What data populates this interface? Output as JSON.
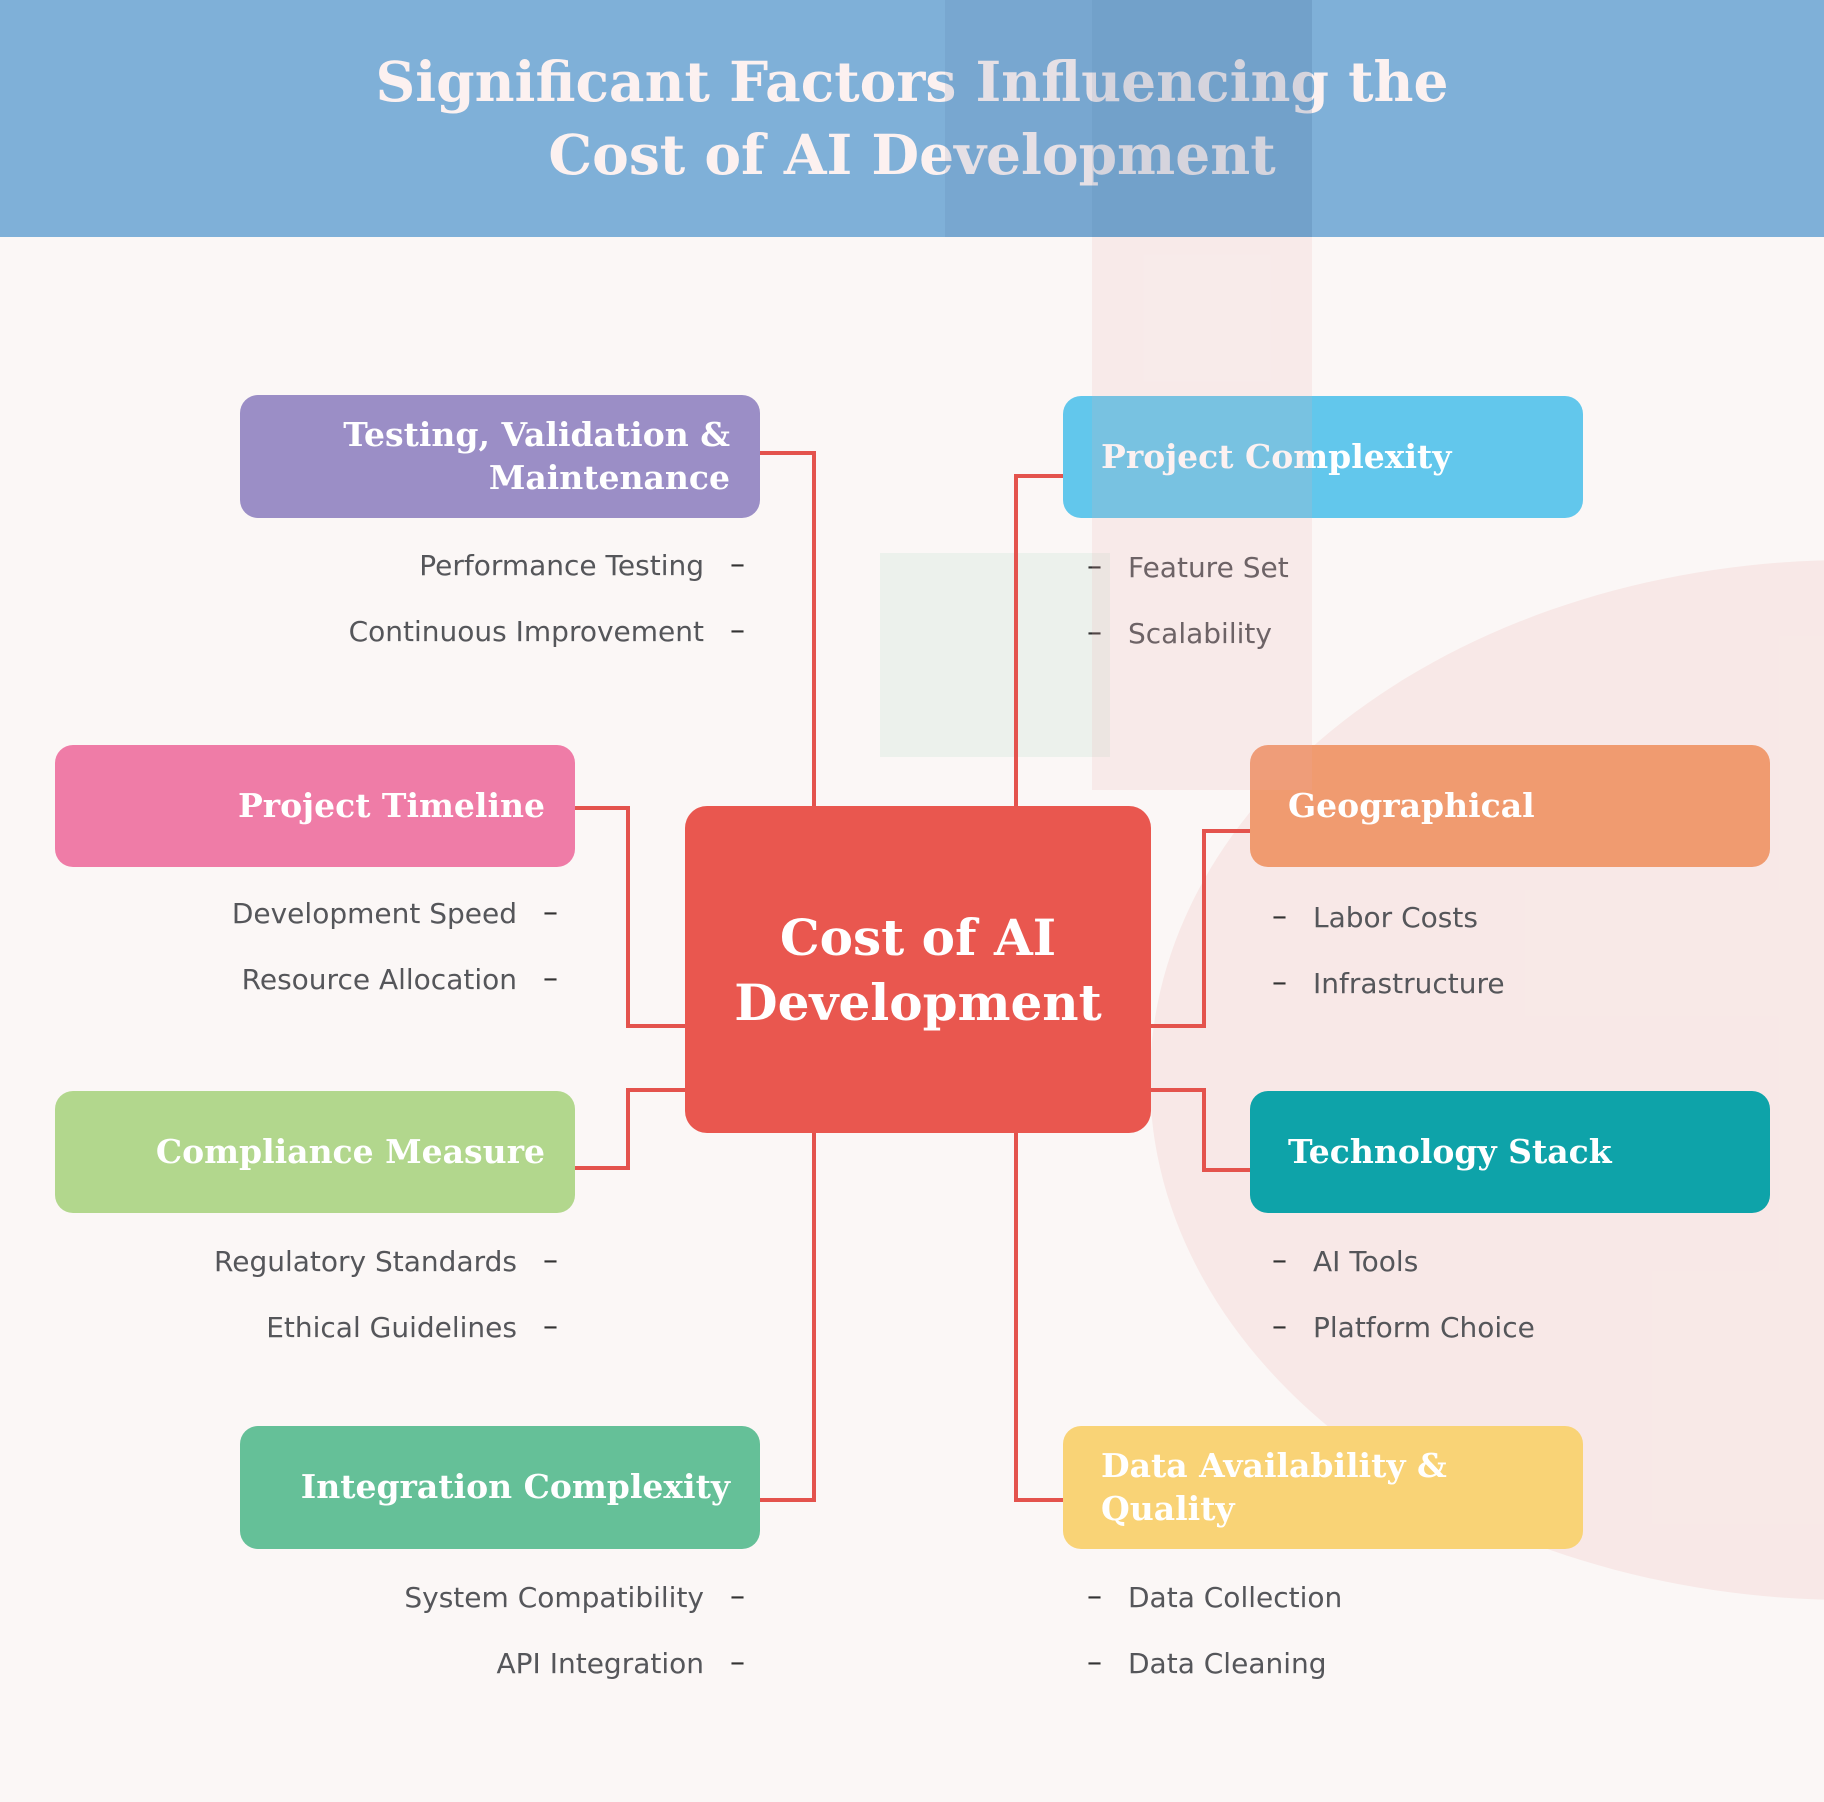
{
  "palette": {
    "canvas_bg": "#fbf7f6",
    "header_bg": "#7fb0d8",
    "accent": "#e4534d",
    "item_text": "#55565a",
    "title_text": "#ffffff",
    "header_text": "#fcf1f0"
  },
  "icons": {
    "bullet_dash": "–"
  },
  "header": {
    "title": "Significant Factors Influencing the Cost of AI Development",
    "title_lines": [
      "Significant Factors Influencing the",
      "Cost of AI Development"
    ]
  },
  "center": {
    "title": "Cost of AI Development",
    "title_lines": [
      "Cost of AI",
      "Development"
    ],
    "color": "#e9574f"
  },
  "branches": [
    {
      "title": "Testing, Validation & Maintenance",
      "title_lines": [
        "Testing, Validation &",
        "Maintenance"
      ],
      "color": "#9b8ec6",
      "side": "left",
      "items": [
        "Performance Testing",
        "Continuous Improvement"
      ]
    },
    {
      "title": "Project Complexity",
      "title_lines": [
        "Project Complexity"
      ],
      "color": "#62c7ec",
      "side": "right",
      "items": [
        "Feature Set",
        "Scalability"
      ]
    },
    {
      "title": "Project Timeline",
      "title_lines": [
        "Project Timeline"
      ],
      "color": "#ef7ca7",
      "side": "left",
      "items": [
        "Development Speed",
        "Resource Allocation"
      ]
    },
    {
      "title": "Geographical",
      "title_lines": [
        "Geographical"
      ],
      "color": "#f09b70",
      "side": "right",
      "items": [
        "Labor Costs",
        "Infrastructure"
      ]
    },
    {
      "title": "Compliance Measure",
      "title_lines": [
        "Compliance Measure"
      ],
      "color": "#b2d78d",
      "side": "left",
      "items": [
        "Regulatory Standards",
        "Ethical Guidelines"
      ]
    },
    {
      "title": "Technology Stack",
      "title_lines": [
        "Technology Stack"
      ],
      "color": "#0ea3a9",
      "side": "right",
      "items": [
        "AI Tools",
        "Platform Choice"
      ]
    },
    {
      "title": "Integration Complexity",
      "title_lines": [
        "Integration Complexity"
      ],
      "color": "#65c098",
      "side": "left",
      "items": [
        "System Compatibility",
        "API Integration"
      ]
    },
    {
      "title": "Data Availability & Quality",
      "title_lines": [
        "Data Availability &",
        "Quality"
      ],
      "color": "#f9d376",
      "side": "right",
      "items": [
        "Data Collection",
        "Data Cleaning"
      ]
    }
  ]
}
